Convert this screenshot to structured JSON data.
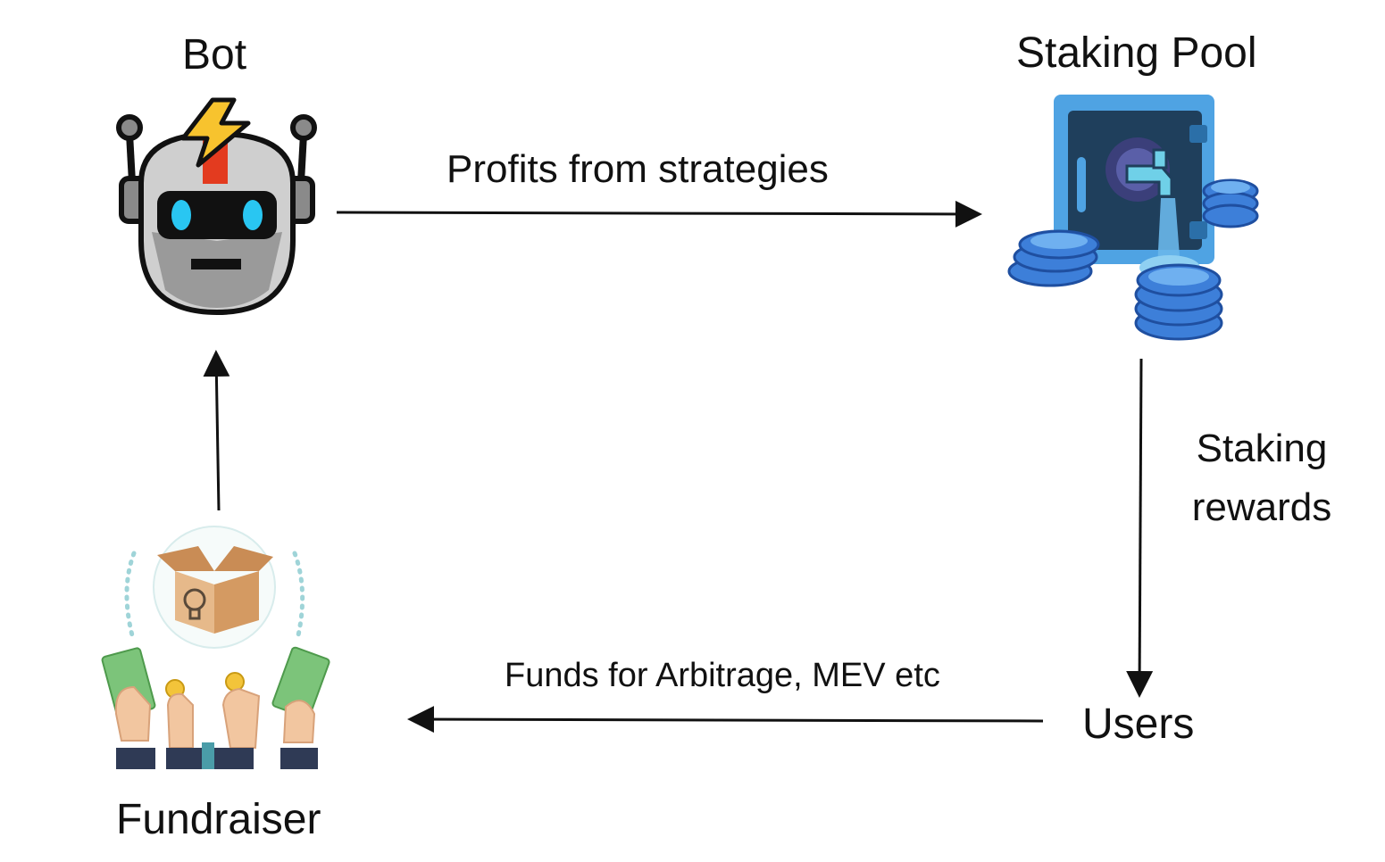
{
  "nodes": {
    "bot": {
      "label": "Bot",
      "icon": "robot-icon"
    },
    "staking_pool": {
      "label": "Staking Pool",
      "icon": "vault-coins-icon"
    },
    "users": {
      "label": "Users"
    },
    "fundraiser": {
      "label": "Fundraiser",
      "icon": "fundraising-hands-icon"
    }
  },
  "edges": [
    {
      "from": "Bot",
      "to": "Staking Pool",
      "label": "Profits from strategies"
    },
    {
      "from": "Staking Pool",
      "to": "Users",
      "label_line1": "Staking",
      "label_line2": "rewards"
    },
    {
      "from": "Users",
      "to": "Fundraiser",
      "label": "Funds for Arbitrage, MEV etc"
    },
    {
      "from": "Fundraiser",
      "to": "Bot",
      "label": ""
    }
  ],
  "colors": {
    "arrow": "#111111",
    "vault_blue": "#4fa3e3",
    "coin_blue": "#3d7fd9",
    "robot_gray": "#c9c9c9",
    "robot_eye": "#29c6f2",
    "lightning": "#f7c32e",
    "money_green": "#7cc47a"
  }
}
